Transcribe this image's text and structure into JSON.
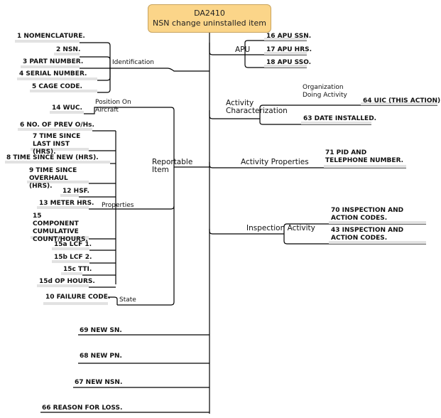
{
  "root": {
    "title": "DA2410",
    "subtitle": "NSN change uninstalled item"
  },
  "identification": {
    "label": "Identification",
    "items": [
      "1 NOMENCLATURE.",
      "2 NSN.",
      "3 PART NUMBER.",
      "4 SERIAL NUMBER.",
      "5 CAGE CODE."
    ]
  },
  "reportable_item": {
    "label": "Reportable Item",
    "position": {
      "label": "Position On Aircraft",
      "item": "14 WUC."
    },
    "properties": {
      "label": "Properties",
      "items": [
        "6 NO. OF PREV O/Hs.",
        "7 TIME SINCE LAST INST (HRS).",
        "8 TIME SINCE NEW (HRS).",
        "9 TIME SINCE OVERHAUL (HRS).",
        "12 HSF.",
        "13 METER HRS.",
        "15 COMPONENT CUMULATIVE COUNT/HOURS.",
        "15a LCF 1.",
        "15b LCF 2.",
        "15c TTI.",
        "15d OP HOURS."
      ]
    },
    "state": {
      "label": "State",
      "item": "10 FAILURE CODE."
    }
  },
  "bottom_items": [
    "69 NEW SN.",
    "68 NEW PN.",
    "67 NEW NSN.",
    "66 REASON FOR LOSS."
  ],
  "apu": {
    "label": "APU",
    "items": [
      "16 APU SSN.",
      "17 APU HRS.",
      "18 APU SSO."
    ]
  },
  "activity_characterization": {
    "label": "Activity Characterization",
    "org": {
      "label": "Organization Doing Activity",
      "item": "64 UIC (THIS ACTION)."
    },
    "item": "63 DATE INSTALLED."
  },
  "activity_properties": {
    "label": "Activity Properties",
    "item": "71 PID AND TELEPHONE NUMBER."
  },
  "inspection_activity": {
    "label": "Inspection Activity",
    "items": [
      "70 INSPECTION AND ACTION CODES.",
      "43 INSPECTION AND ACTION CODES."
    ]
  },
  "colors": {
    "root_fill": "#fbd589",
    "root_border": "#c8a35e",
    "leaf_underline": "#e2e2e2",
    "line": "#000000"
  }
}
